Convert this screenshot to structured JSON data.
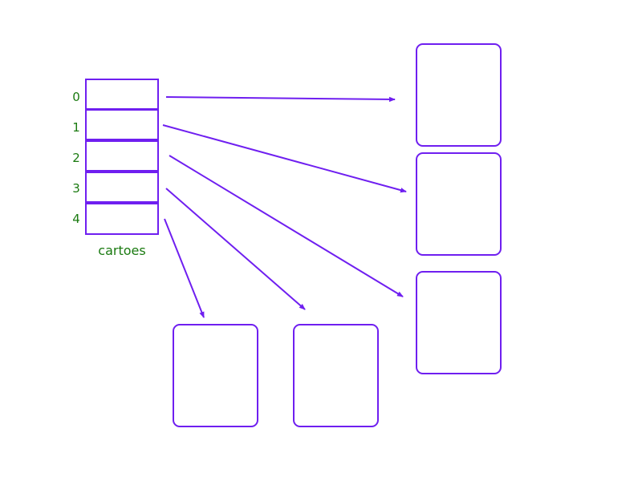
{
  "array": {
    "label": "cartoes",
    "indices": [
      "0",
      "1",
      "2",
      "3",
      "4"
    ]
  },
  "colors": {
    "stroke": "#6f1ff0",
    "text": "#1a7a10",
    "background": "#ffffff"
  }
}
